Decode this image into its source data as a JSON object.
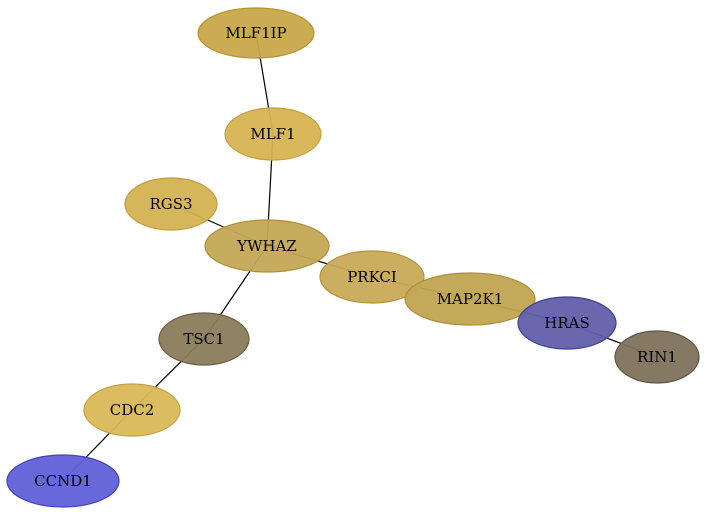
{
  "nodes": [
    {
      "id": "MLF1IP",
      "label": "MLF1IP",
      "fill": "#c9a84a",
      "stroke": "#b8952e"
    },
    {
      "id": "MLF1",
      "label": "MLF1",
      "fill": "#d6b452",
      "stroke": "#c4a038"
    },
    {
      "id": "RGS3",
      "label": "RGS3",
      "fill": "#d4b252",
      "stroke": "#c29e38"
    },
    {
      "id": "YWHAZ",
      "label": "YWHAZ",
      "fill": "#c4a656",
      "stroke": "#ae903c"
    },
    {
      "id": "PRKCI",
      "label": "PRKCI",
      "fill": "#c8aa56",
      "stroke": "#b2943c"
    },
    {
      "id": "MAP2K1",
      "label": "MAP2K1",
      "fill": "#c2a452",
      "stroke": "#ac8e38"
    },
    {
      "id": "HRAS",
      "label": "HRAS",
      "fill": "#6160aa",
      "stroke": "#403f8e"
    },
    {
      "id": "RIN1",
      "label": "RIN1",
      "fill": "#7e725c",
      "stroke": "#5e5440"
    },
    {
      "id": "TSC1",
      "label": "TSC1",
      "fill": "#8a7c5c",
      "stroke": "#6a5e40"
    },
    {
      "id": "CDC2",
      "label": "CDC2",
      "fill": "#dab858",
      "stroke": "#c4a23e"
    },
    {
      "id": "CCND1",
      "label": "CCND1",
      "fill": "#6060d8",
      "stroke": "#4242b8"
    }
  ],
  "edges": [
    {
      "source": "MLF1IP",
      "target": "MLF1"
    },
    {
      "source": "MLF1",
      "target": "YWHAZ"
    },
    {
      "source": "RGS3",
      "target": "YWHAZ"
    },
    {
      "source": "YWHAZ",
      "target": "PRKCI"
    },
    {
      "source": "YWHAZ",
      "target": "TSC1"
    },
    {
      "source": "PRKCI",
      "target": "MAP2K1"
    },
    {
      "source": "MAP2K1",
      "target": "HRAS"
    },
    {
      "source": "HRAS",
      "target": "RIN1"
    },
    {
      "source": "TSC1",
      "target": "CDC2"
    },
    {
      "source": "CDC2",
      "target": "CCND1"
    }
  ]
}
